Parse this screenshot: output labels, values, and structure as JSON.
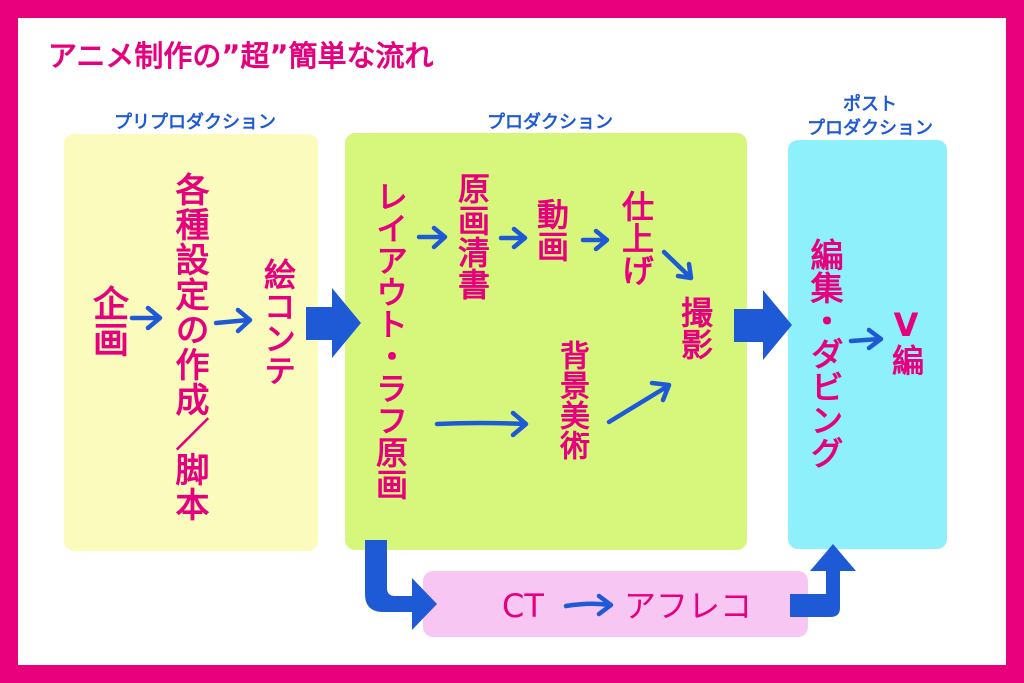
{
  "title": "アニメ制作の”超”簡単な流れ",
  "phases": {
    "pre": "プリプロダクション",
    "prod": "プロダクション",
    "post_line1": "ポスト",
    "post_line2": "プロダクション"
  },
  "steps": {
    "kikaku": "企画",
    "settei": "各種設定の作成／脚本",
    "ekonte": "絵コンテ",
    "layout": "レイアウト・ラフ原画",
    "genga": "原画清書",
    "douga": "動画",
    "shiage": "仕上げ",
    "haikei": "背景美術",
    "satsuei": "撮影",
    "henshu": "編集・ダビング",
    "vhen": "V編"
  },
  "bottom": {
    "ct": "CT",
    "afureco": "アフレコ"
  },
  "colors": {
    "border": "#e8007d",
    "text": "#e6007e",
    "arrow": "#1f5ad6",
    "pre_box": "#fbfbbd",
    "prod_box": "#d7f77c",
    "post_box": "#8ef0fb",
    "bottom_box": "#f8c6f3"
  }
}
